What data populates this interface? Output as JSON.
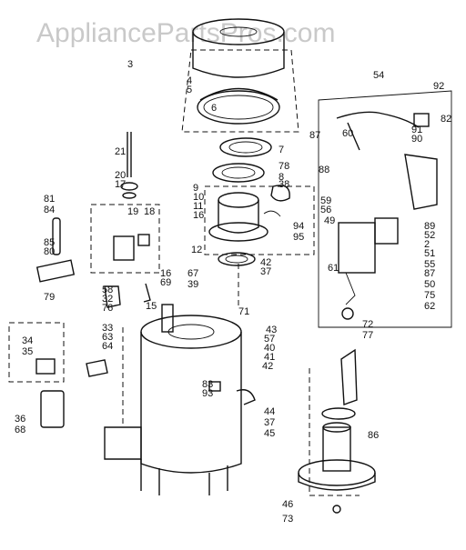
{
  "watermark": {
    "text": "AppliancePartsPros.com"
  },
  "callouts": [
    "3",
    "4",
    "5",
    "6",
    "7",
    "78",
    "8",
    "9",
    "10",
    "11",
    "16",
    "38",
    "12",
    "21",
    "20",
    "17",
    "19",
    "18",
    "81",
    "84",
    "85",
    "80",
    "79",
    "58",
    "32",
    "76",
    "16",
    "69",
    "15",
    "67",
    "39",
    "42",
    "37",
    "71",
    "43",
    "57",
    "40",
    "33",
    "63",
    "64",
    "34",
    "35",
    "83",
    "93",
    "41",
    "42",
    "44",
    "37",
    "45",
    "36",
    "68",
    "54",
    "92",
    "87",
    "82",
    "91",
    "90",
    "60",
    "88",
    "59",
    "56",
    "49",
    "89",
    "52",
    "2",
    "51",
    "55",
    "87",
    "50",
    "75",
    "62",
    "61",
    "94",
    "95",
    "72",
    "77",
    "86",
    "46",
    "73"
  ]
}
